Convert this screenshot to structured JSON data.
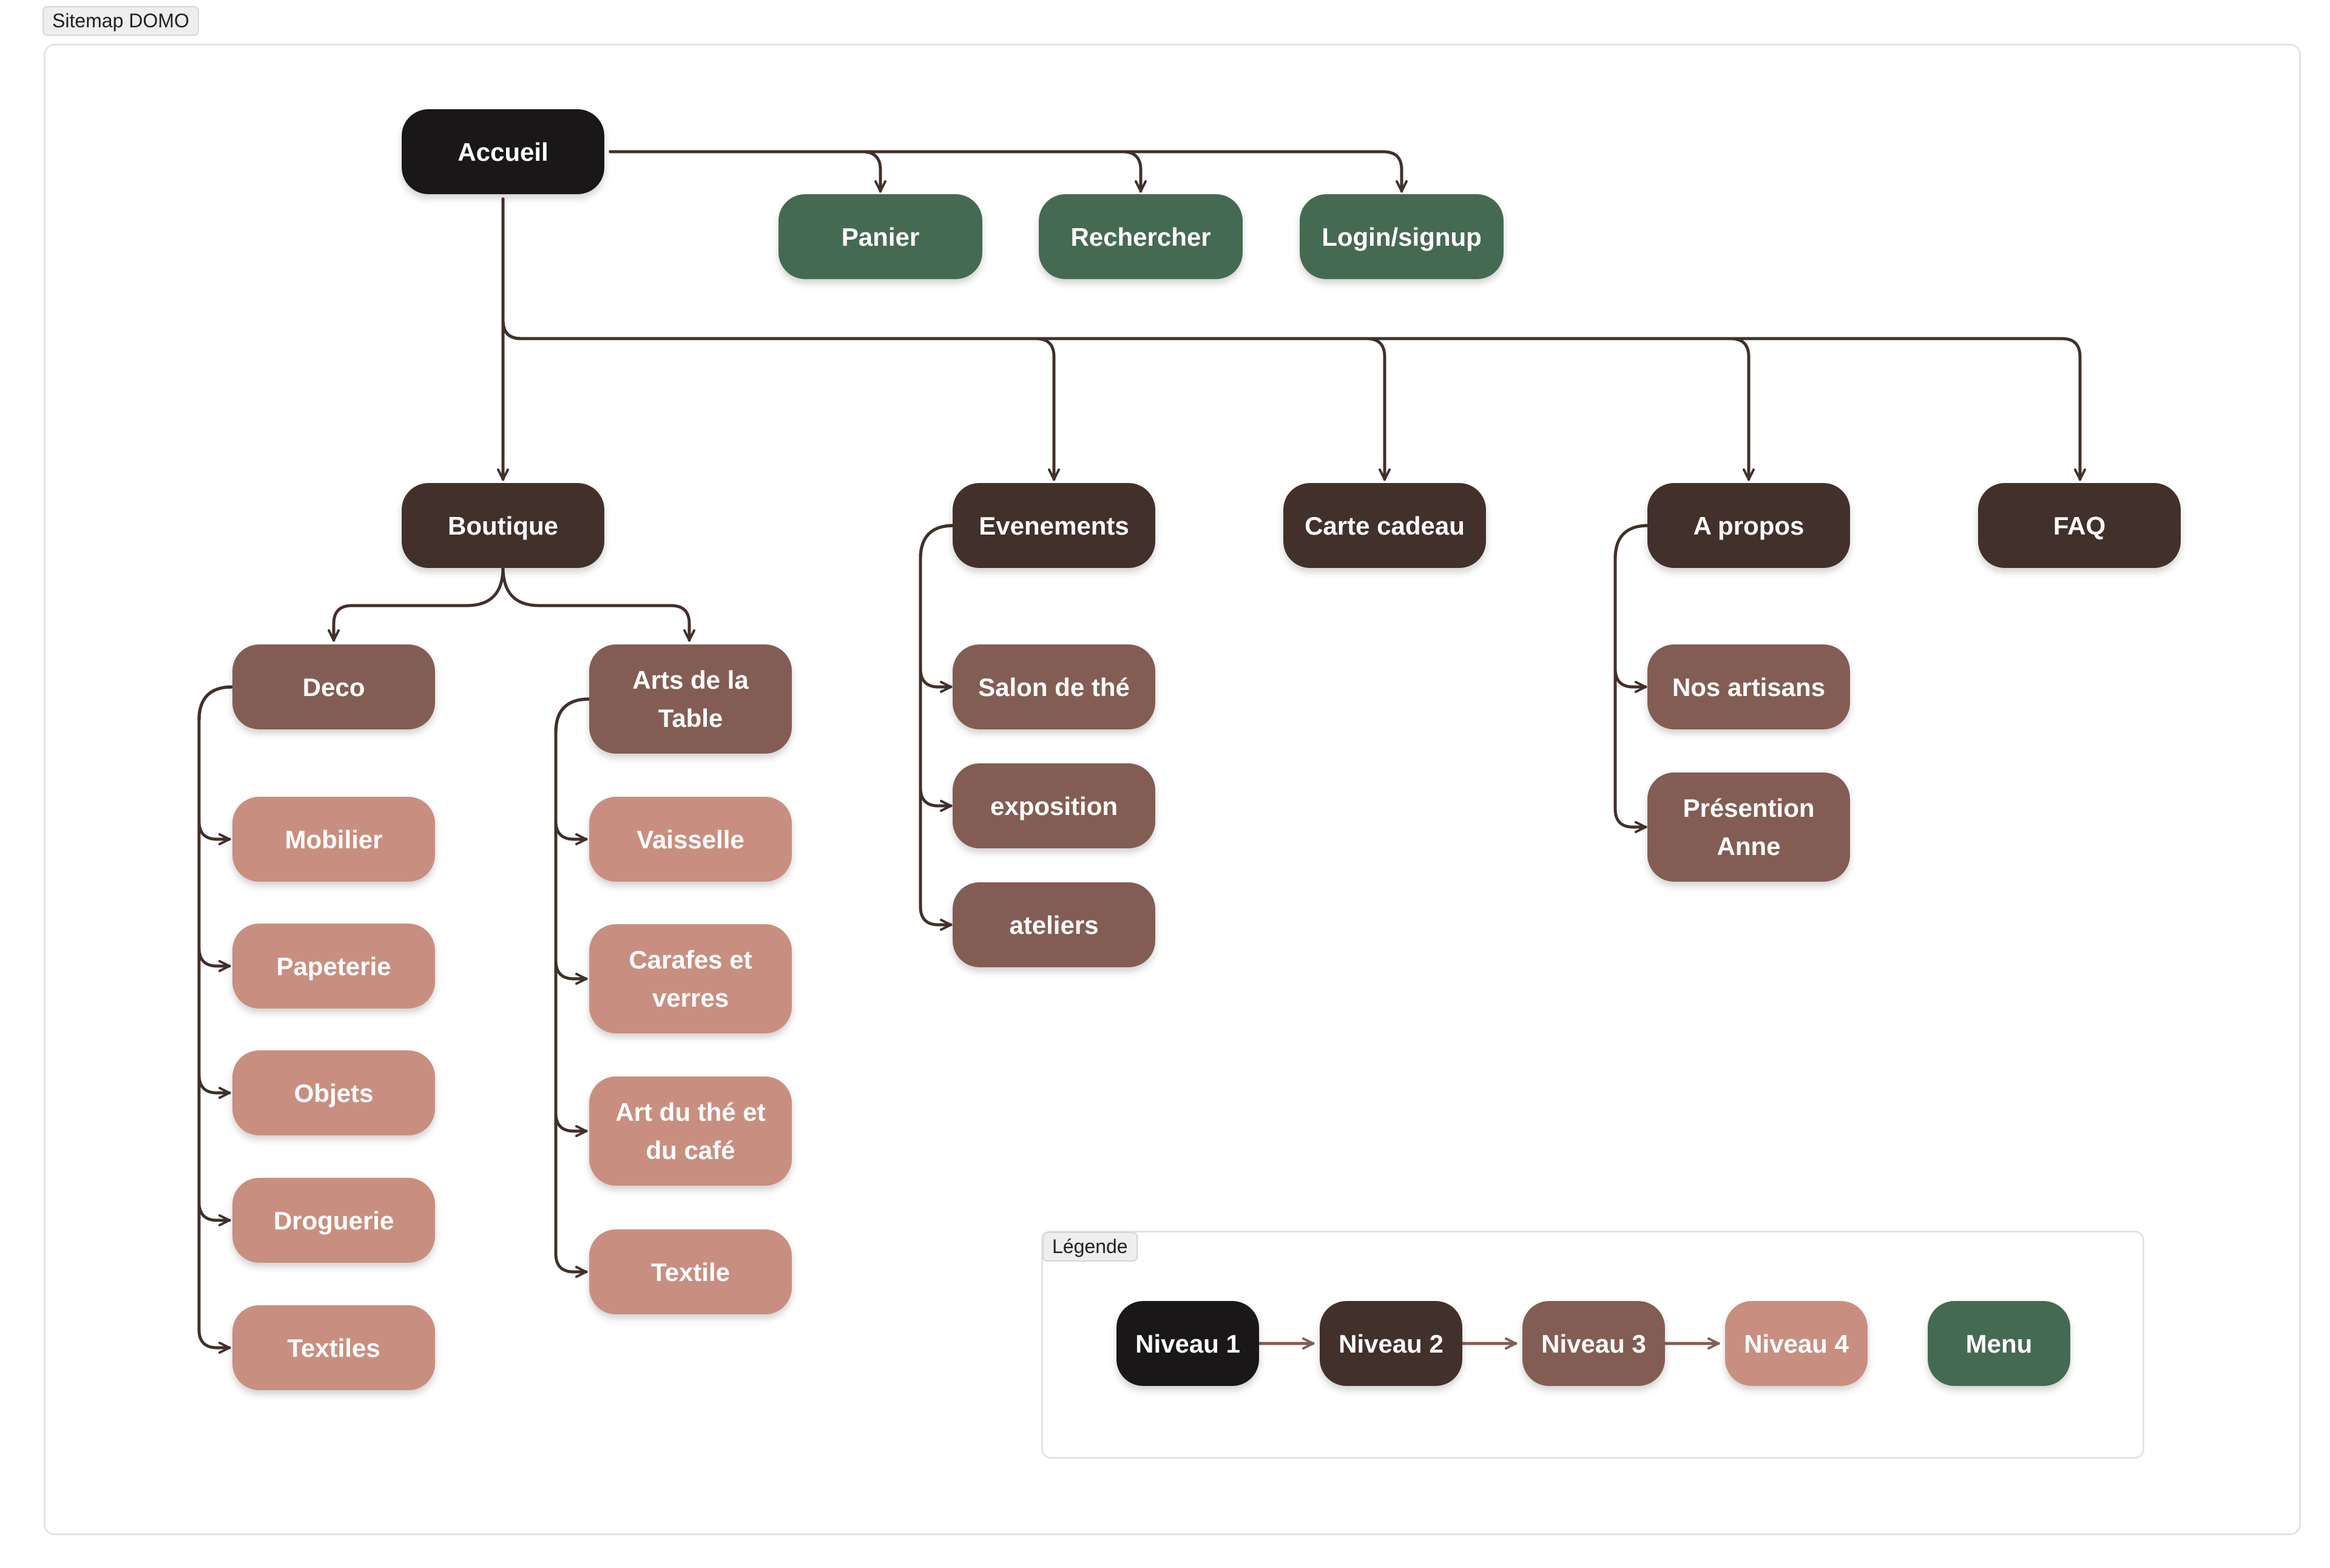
{
  "frame": {
    "title": "Sitemap DOMO"
  },
  "colors": {
    "niveau_1": "#1a1718",
    "niveau_2": "#42302b",
    "niveau_3": "#835d54",
    "niveau_4": "#c88f80",
    "menu": "#456a52",
    "connector": "#42302b",
    "legend_arrow": "#835d54"
  },
  "sitemap": {
    "accueil": "Accueil",
    "menu_items": [
      "Panier",
      "Rechercher",
      "Login/signup"
    ],
    "boutique": {
      "label": "Boutique",
      "deco": {
        "label": "Deco",
        "children": [
          "Mobilier",
          "Papeterie",
          "Objets",
          "Droguerie",
          "Textiles"
        ]
      },
      "arts_table": {
        "label": "Arts de la Table",
        "children": [
          "Vaisselle",
          "Carafes et verres",
          "Art du thé et du café",
          "Textile"
        ]
      }
    },
    "evenements": {
      "label": "Evenements",
      "children": [
        "Salon de thé",
        "exposition",
        "ateliers"
      ]
    },
    "carte_cadeau": "Carte cadeau",
    "a_propos": {
      "label": "A propos",
      "children": [
        "Nos artisans",
        "Présention Anne"
      ]
    },
    "faq": "FAQ"
  },
  "legend": {
    "title": "Légende",
    "items": [
      "Niveau 1",
      "Niveau 2",
      "Niveau 3",
      "Niveau 4",
      "Menu"
    ]
  }
}
